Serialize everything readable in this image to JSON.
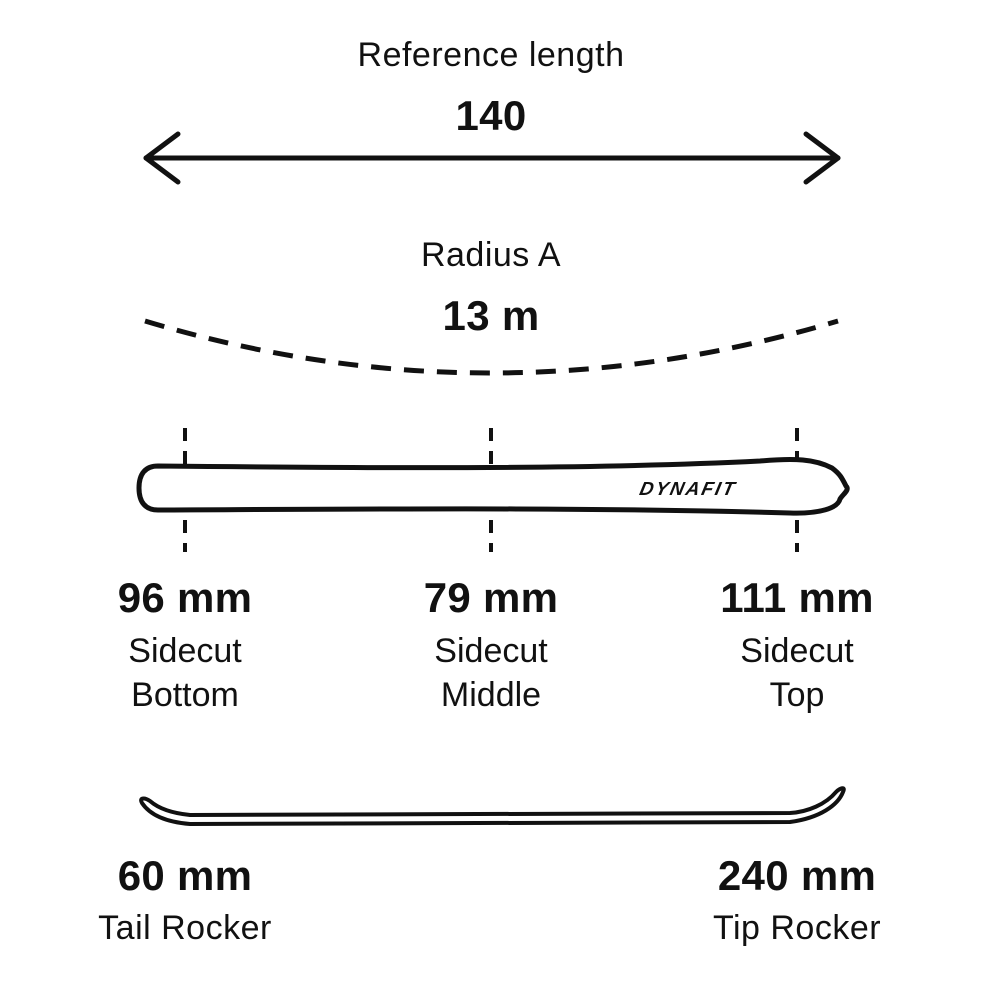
{
  "reference": {
    "label": "Reference length",
    "value": "140"
  },
  "radius": {
    "label": "Radius A",
    "value": "13 m"
  },
  "ski": {
    "brand": "DYNAFIT"
  },
  "sidecut": {
    "bottom": {
      "value": "96 mm",
      "label_line1": "Sidecut",
      "label_line2": "Bottom"
    },
    "middle": {
      "value": "79 mm",
      "label_line1": "Sidecut",
      "label_line2": "Middle"
    },
    "top": {
      "value": "111 mm",
      "label_line1": "Sidecut",
      "label_line2": "Top"
    }
  },
  "rocker": {
    "tail": {
      "value": "60 mm",
      "label": "Tail Rocker"
    },
    "tip": {
      "value": "240 mm",
      "label": "Tip Rocker"
    }
  },
  "colors": {
    "stroke": "#111111",
    "background": "#ffffff"
  }
}
